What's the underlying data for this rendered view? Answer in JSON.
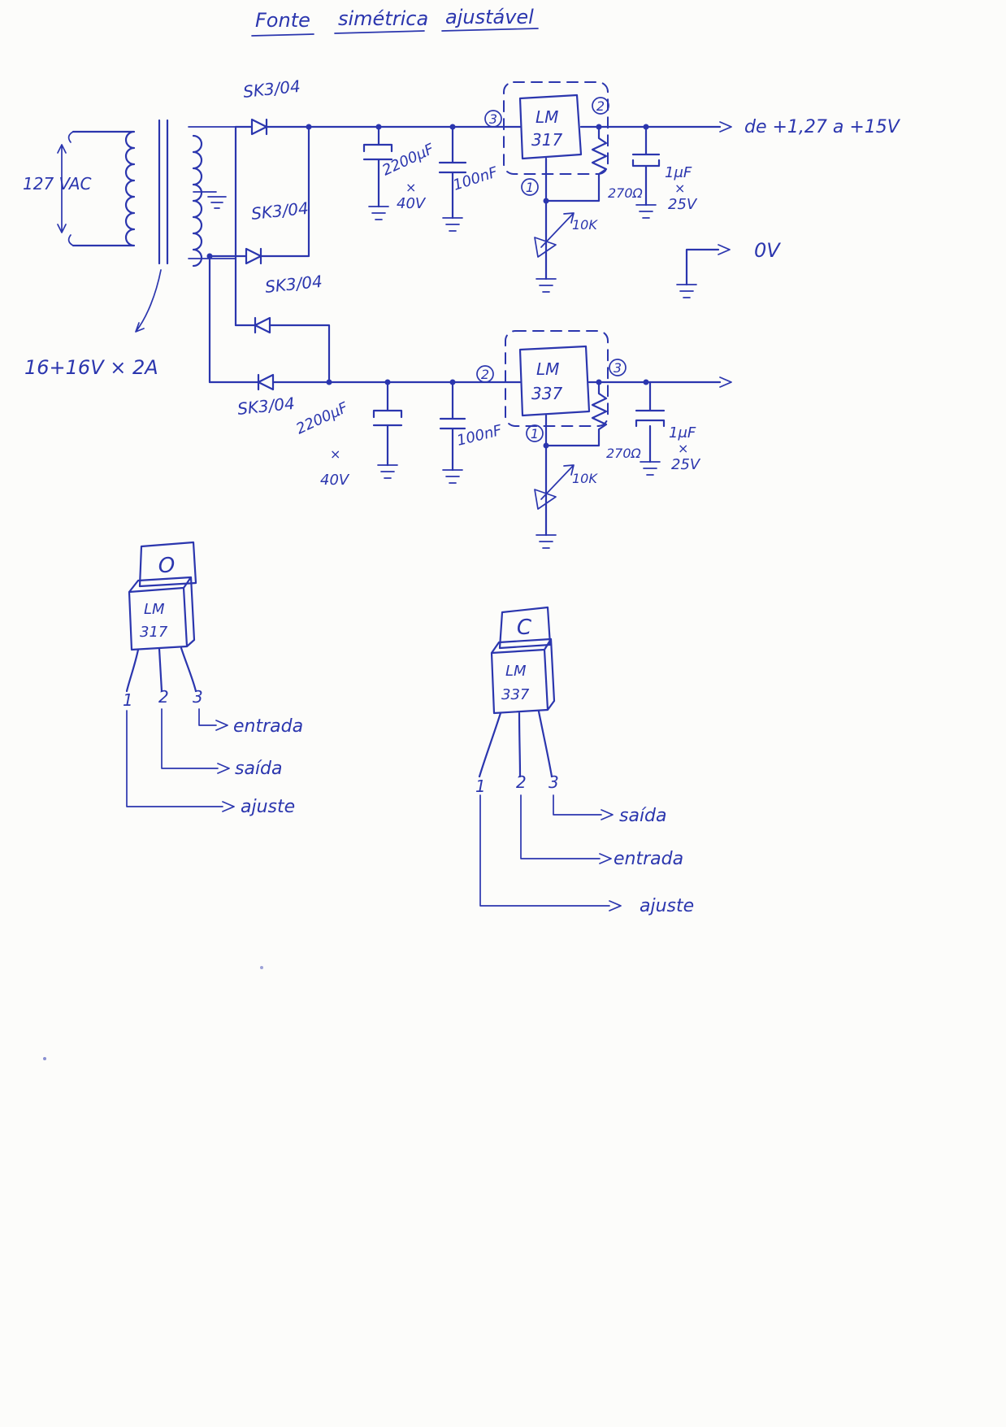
{
  "colors": {
    "ink": "#2b36ae",
    "paper": "#fcfcfa"
  },
  "title": {
    "words": [
      "Fonte",
      "simétrica",
      "ajustável"
    ]
  },
  "transformer": {
    "primary": "127 VAC",
    "secondary": "16+16V × 2A"
  },
  "diodes": {
    "d1": "SK3/04",
    "d2": "SK3/04",
    "d3": "SK3/04",
    "d4": "SK3/04"
  },
  "pos": {
    "pin_in": "3",
    "pin_out": "2",
    "pin_adj": "1",
    "reg_line1": "LM",
    "reg_line2": "317",
    "cap_filter_value": "2200μF",
    "cap_filter_times": "×",
    "cap_filter_volt": "40V",
    "cap_bypass": "100nF",
    "resistor": "270Ω",
    "pot": "10K",
    "cap_out_value": "1μF",
    "cap_out_times": "×",
    "cap_out_volt": "25V",
    "output": "de +1,27 a +15V",
    "zero": "0V"
  },
  "neg": {
    "pin_in": "2",
    "pin_out": "3",
    "pin_adj": "1",
    "reg_line1": "LM",
    "reg_line2": "337",
    "cap_filter_value": "2200μF",
    "cap_filter_times": "×",
    "cap_filter_volt": "40V",
    "cap_bypass": "100nF",
    "resistor": "270Ω",
    "pot": "10K",
    "cap_out_value": "1μF",
    "cap_out_times": "×",
    "cap_out_volt": "25V"
  },
  "pinout317": {
    "hole": "O",
    "reg_line1": "LM",
    "reg_line2": "317",
    "pin1": "1",
    "pin2": "2",
    "pin3": "3",
    "pin3_label": "entrada",
    "pin2_label": "saída",
    "pin1_label": "ajuste"
  },
  "pinout337": {
    "hole": "C",
    "reg_line1": "LM",
    "reg_line2": "337",
    "pin1": "1",
    "pin2": "2",
    "pin3": "3",
    "pin3_label": "saída",
    "pin2_label": "entrada",
    "pin1_label": "ajuste"
  }
}
